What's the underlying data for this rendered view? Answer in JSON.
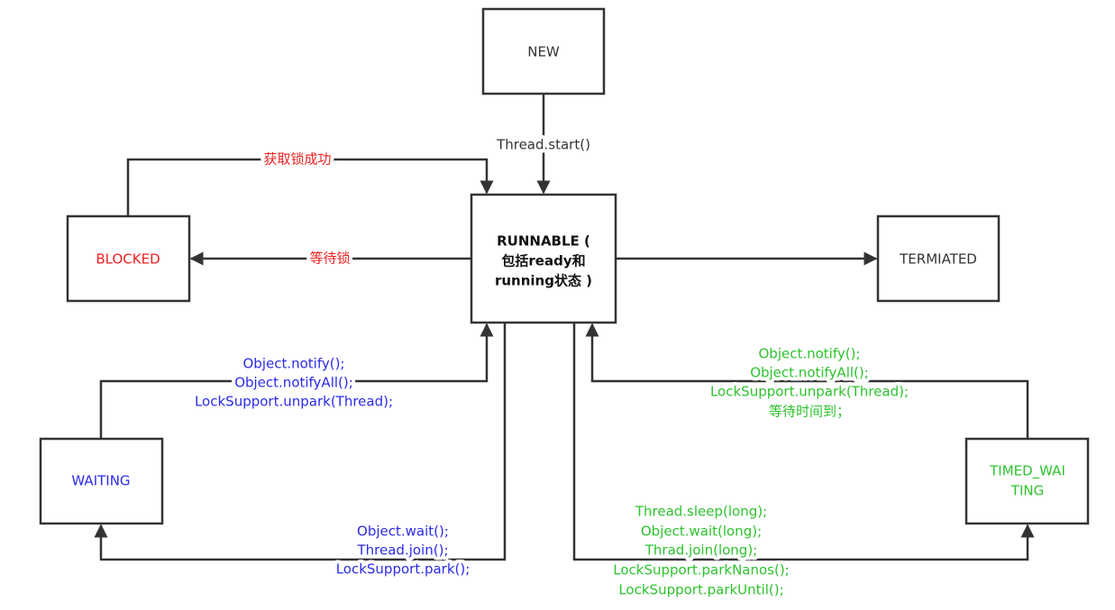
{
  "title": "Java thread state diagram",
  "colors": {
    "red": "#f02020",
    "blue": "#2b2bea",
    "green": "#2ec22e",
    "black": "#333333"
  },
  "states": {
    "new": "NEW",
    "runnable": [
      "RUNNABLE (",
      "包括ready和",
      "running状态 )"
    ],
    "blocked": "BLOCKED",
    "terminated": "TERMIATED",
    "waiting": "WAITING",
    "timed_waiting": [
      "TIMED_WAI",
      "TING"
    ]
  },
  "transitions": {
    "new_to_runnable": "Thread.start()",
    "blocked_to_runnable": "获取锁成功",
    "runnable_to_blocked": "等待锁",
    "waiting_to_runnable": [
      "Object.notify();",
      "Object.notifyAll();",
      "LockSupport.unpark(Thread);"
    ],
    "runnable_to_waiting": [
      "Object.wait();",
      "Thread.join();",
      "LockSupport.park();"
    ],
    "timed_to_runnable": [
      "Object.notify();",
      "Object.notifyAll();",
      "LockSupport.unpark(Thread);",
      "等待时间到；"
    ],
    "runnable_to_timed": [
      "Thread.sleep(long);",
      "Object.wait(long);",
      "Thrad.join(long);",
      "LockSupport.parkNanos();",
      "LockSupport.parkUntil();"
    ]
  }
}
